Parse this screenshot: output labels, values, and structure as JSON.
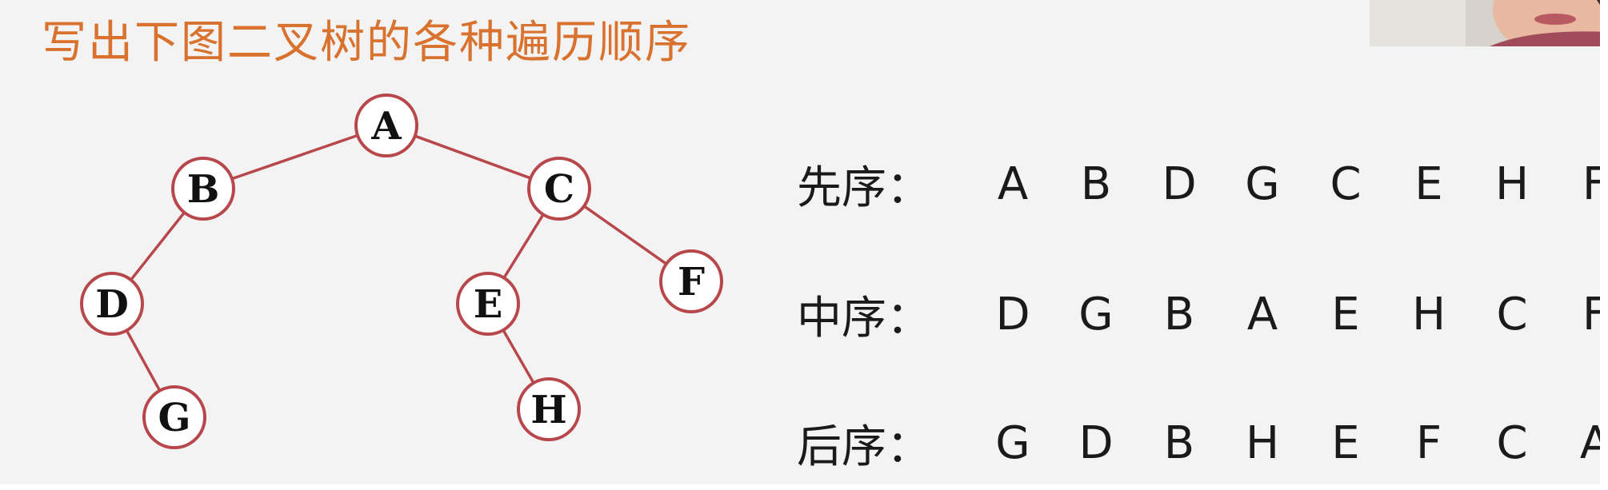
{
  "title": "写出下图二叉树的各种遍历顺序",
  "tree": {
    "nodes": [
      {
        "id": "A",
        "label": "A"
      },
      {
        "id": "B",
        "label": "B"
      },
      {
        "id": "C",
        "label": "C"
      },
      {
        "id": "D",
        "label": "D"
      },
      {
        "id": "E",
        "label": "E"
      },
      {
        "id": "F",
        "label": "F"
      },
      {
        "id": "G",
        "label": "G"
      },
      {
        "id": "H",
        "label": "H"
      }
    ],
    "edges": [
      [
        "A",
        "B"
      ],
      [
        "A",
        "C"
      ],
      [
        "B",
        "D"
      ],
      [
        "D",
        "G"
      ],
      [
        "C",
        "E"
      ],
      [
        "C",
        "F"
      ],
      [
        "E",
        "H"
      ]
    ]
  },
  "traversals": [
    {
      "label": "先序：",
      "sequence": [
        "A",
        "B",
        "D",
        "G",
        "C",
        "E",
        "H",
        "F"
      ]
    },
    {
      "label": "中序：",
      "sequence": [
        "D",
        "G",
        "B",
        "A",
        "E",
        "H",
        "C",
        "F"
      ]
    },
    {
      "label": "后序：",
      "sequence": [
        "G",
        "D",
        "B",
        "H",
        "E",
        "F",
        "C",
        "A"
      ]
    }
  ],
  "colors": {
    "title": "#d9722e",
    "node_stroke": "#b8474c",
    "edge": "#b8474c",
    "text": "#1a1a1a"
  }
}
